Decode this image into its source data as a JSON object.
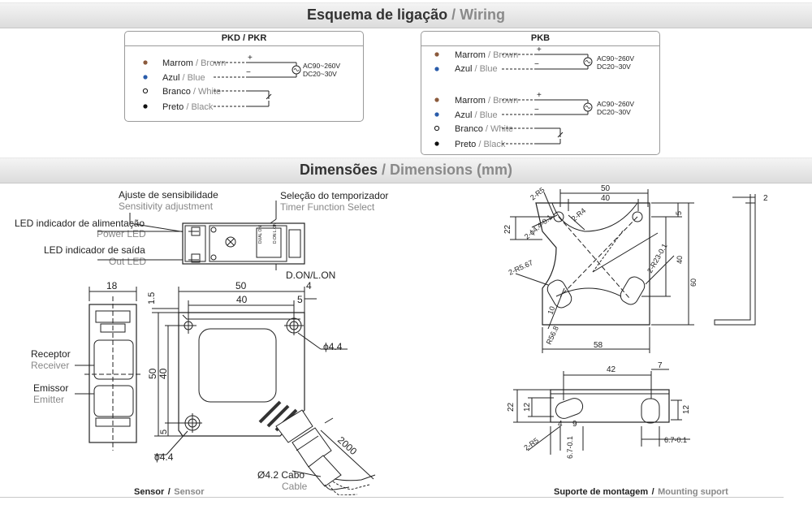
{
  "wiring_header": {
    "pt": "Esquema de ligação",
    "sep": "/",
    "en": "Wiring"
  },
  "dimensions_header": {
    "pt": "Dimensões",
    "sep": "/",
    "en": "Dimensions (mm)"
  },
  "pkd_box": {
    "title": "PKD / PKR",
    "wires": [
      {
        "pt": "Marrom",
        "en": "Brown",
        "color": "#8b5a3c"
      },
      {
        "pt": "Azul",
        "en": "Blue",
        "color": "#2a5caa"
      },
      {
        "pt": "Branco",
        "en": "White",
        "color": "#ffffff"
      },
      {
        "pt": "Preto",
        "en": "Black",
        "color": "#111111"
      }
    ],
    "plus": "+",
    "minus": "−",
    "supply": [
      "AC90~260V",
      "DC20~30V"
    ]
  },
  "pkb_box": {
    "title": "PKB",
    "top_wires": [
      {
        "pt": "Marrom",
        "en": "Brown",
        "color": "#8b5a3c"
      },
      {
        "pt": "Azul",
        "en": "Blue",
        "color": "#2a5caa"
      }
    ],
    "bottom_wires": [
      {
        "pt": "Marrom",
        "en": "Brown",
        "color": "#8b5a3c"
      },
      {
        "pt": "Azul",
        "en": "Blue",
        "color": "#2a5caa"
      },
      {
        "pt": "Branco",
        "en": "White",
        "color": "#ffffff"
      },
      {
        "pt": "Preto",
        "en": "Black",
        "color": "#111111"
      }
    ],
    "plus": "+",
    "minus": "−",
    "supply": [
      "AC90~260V",
      "DC20~30V"
    ]
  },
  "sensor_labels": {
    "sensitivity_pt": "Ajuste de sensibilidade",
    "sensitivity_en": "Sensitivity adjustment",
    "timer_pt": "Seleção do temporizador",
    "timer_en": "Timer Function Select",
    "power_led_pt": "LED indicador de alimentação",
    "power_led_en": "Power LED",
    "out_led_pt": "LED indicador de saída",
    "out_led_en": "Out LED",
    "don_lon": "D.ON/L.ON",
    "receptor_pt": "Receptor",
    "receptor_en": "Receiver",
    "emissor_pt": "Emissor",
    "emissor_en": "Emitter",
    "cable_pt": "Ø4.2 Cabo",
    "cable_en": "Cable",
    "caption_pt": "Sensor",
    "caption_sep": "/",
    "caption_en": "Sensor"
  },
  "sensor_dims": {
    "d18": "18",
    "d1_5": "1.5",
    "d50_top": "50",
    "d40_top": "40",
    "d4": "4",
    "d5_top": "5",
    "phi44_right": "ϕ4.4",
    "d50_left": "50",
    "d40_left": "40",
    "d5_bottom": "5",
    "phi44_bottom": "ϕ4.4",
    "d2000": "2000",
    "side_marks": "DUAL ON"
  },
  "mount_dims": {
    "d50": "50",
    "d40": "40",
    "d2_r5": "2-R5",
    "d22": "22",
    "d2_phi44": "2-ϕ4.4-0.1",
    "d2_r4": "2-R4",
    "d5": "5",
    "d40_v": "40",
    "d60": "60",
    "d2_r23": "2-R23-0.1",
    "d2_r567": "2-R5.67",
    "d10": "10",
    "d56_8": "R56.8",
    "d58": "58",
    "d2_right": "2",
    "d42": "42",
    "d7": "7",
    "d22_b": "22",
    "d12_l": "12",
    "d12_r": "12",
    "d4_b": "4",
    "d9_b": "9",
    "d2_r5_b": "2-R5",
    "d67": "6.7-0.1",
    "d67_b": "6.7-0.1",
    "caption_pt": "Suporte de montagem",
    "caption_sep": "/",
    "caption_en": "Mounting suport"
  }
}
